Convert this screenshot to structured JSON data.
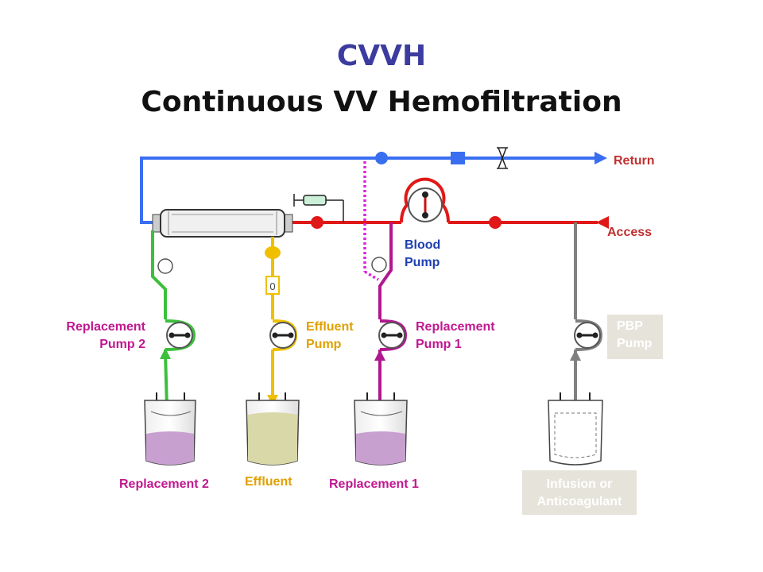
{
  "title": {
    "main": "CVVH",
    "sub": "Continuous VV Hemofiltration"
  },
  "labels": {
    "return": "Return",
    "access": "Access",
    "blood_pump": [
      "Blood",
      "Pump"
    ],
    "replacement_pump_2": [
      "Replacement",
      "Pump 2"
    ],
    "effluent_pump": [
      "Effluent",
      "Pump"
    ],
    "replacement_pump_1": [
      "Replacement",
      "Pump 1"
    ],
    "pbp_pump": [
      "PBP",
      "Pump"
    ],
    "replacement_2": "Replacement 2",
    "effluent": "Effluent",
    "replacement_1": "Replacement 1",
    "infusion": [
      "Infusion or",
      "Anticoagulant"
    ],
    "pressure_indicator": "0"
  },
  "colors": {
    "return_line": "#3a6ef0",
    "access_line": "#e01818",
    "replacement_2_line": "#3cc03c",
    "effluent_line": "#f0c000",
    "replacement_1_line": "#b01890",
    "pbp_line": "#808080",
    "blue_text": "#1f3fb0",
    "red_text": "#c03030",
    "magenta_text": "#c01890",
    "gold_text": "#e0a000",
    "grey_label_bg": "#e6e3db",
    "replacement_fluid": "#c8a0d0",
    "effluent_fluid": "#d8d8a8"
  }
}
